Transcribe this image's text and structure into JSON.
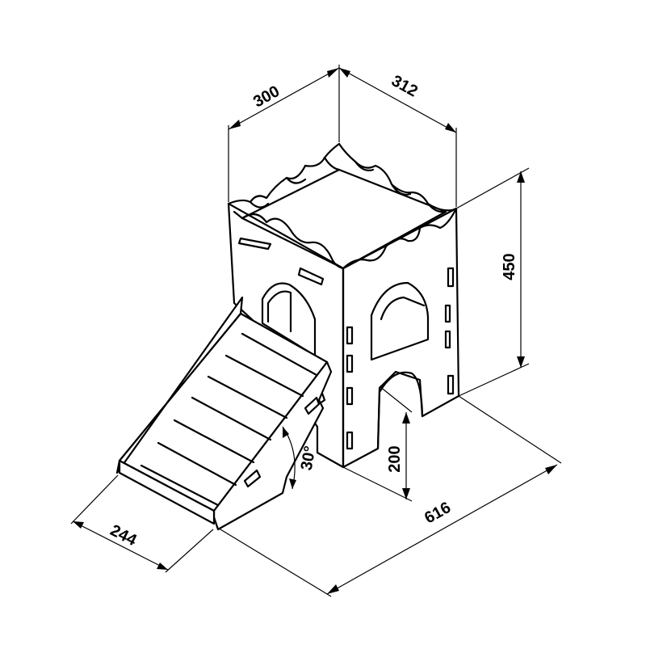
{
  "dimensions": {
    "depth": "300",
    "width": "312",
    "height": "450",
    "ramp_width": "244",
    "total_length": "616",
    "platform_height": "200",
    "ramp_angle": "30°"
  },
  "colors": {
    "line": "#000000",
    "background": "#ffffff"
  }
}
